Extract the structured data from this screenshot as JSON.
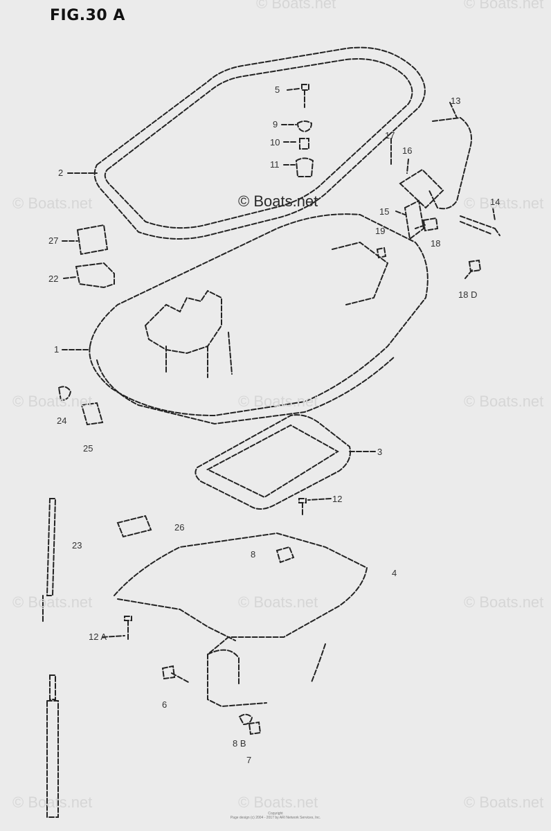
{
  "figure": {
    "title": "FIG.30 A"
  },
  "watermark": {
    "center_text": "© Boats.net",
    "repeat_text": "© Boats.net"
  },
  "callouts": [
    {
      "id": "c2",
      "label": "2"
    },
    {
      "id": "c5",
      "label": "5"
    },
    {
      "id": "c9",
      "label": "9"
    },
    {
      "id": "c10",
      "label": "10"
    },
    {
      "id": "c11",
      "label": "11"
    },
    {
      "id": "c13",
      "label": "13"
    },
    {
      "id": "c17",
      "label": "17"
    },
    {
      "id": "c16",
      "label": "16"
    },
    {
      "id": "c14",
      "label": "14"
    },
    {
      "id": "c15",
      "label": "15"
    },
    {
      "id": "c19",
      "label": "19"
    },
    {
      "id": "c18",
      "label": "18"
    },
    {
      "id": "c18d",
      "label": "18 D"
    },
    {
      "id": "c27",
      "label": "27"
    },
    {
      "id": "c22",
      "label": "22"
    },
    {
      "id": "c1",
      "label": "1"
    },
    {
      "id": "c24",
      "label": "24"
    },
    {
      "id": "c25",
      "label": "25"
    },
    {
      "id": "c3",
      "label": "3"
    },
    {
      "id": "c12",
      "label": "12"
    },
    {
      "id": "c26",
      "label": "26"
    },
    {
      "id": "c23",
      "label": "23"
    },
    {
      "id": "c8",
      "label": "8"
    },
    {
      "id": "c4",
      "label": "4"
    },
    {
      "id": "c12a",
      "label": "12 A"
    },
    {
      "id": "c6",
      "label": "6"
    },
    {
      "id": "c8b",
      "label": "8 B"
    },
    {
      "id": "c7",
      "label": "7"
    }
  ],
  "copyright": {
    "line1": "Copyright",
    "line2": "Page design (c) 2004 - 2017 by ARI Network Services, Inc."
  }
}
